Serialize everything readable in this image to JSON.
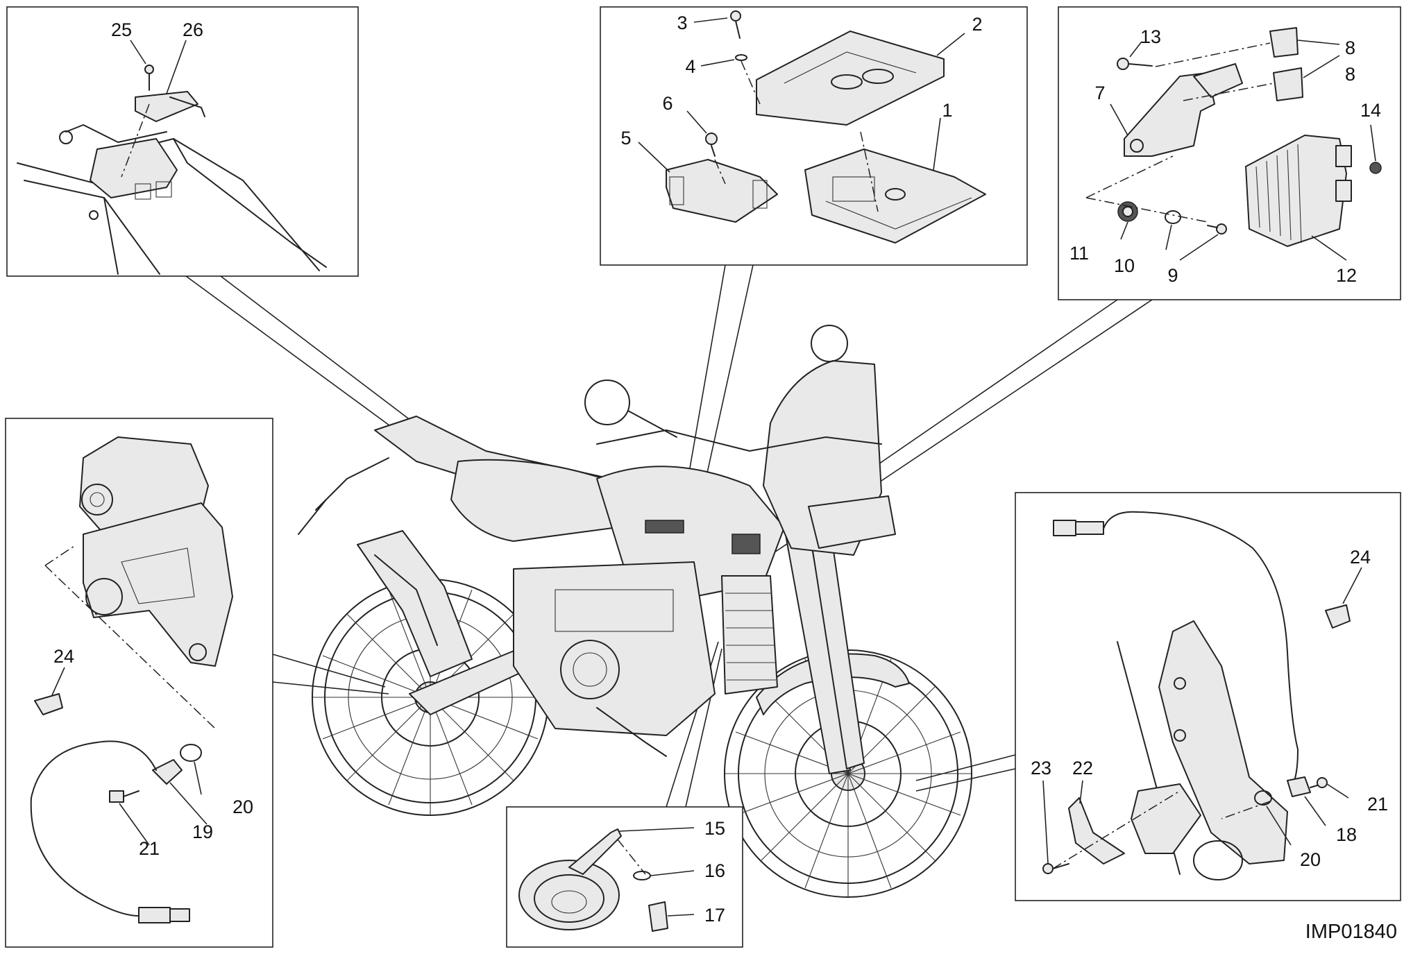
{
  "diagram": {
    "figure_code": "IMP01840",
    "callouts": {
      "c1": "1",
      "c2": "2",
      "c3": "3",
      "c4": "4",
      "c5": "5",
      "c6": "6",
      "c7": "7",
      "c8a": "8",
      "c8b": "8",
      "c9": "9",
      "c10": "10",
      "c11": "11",
      "c12": "12",
      "c13": "13",
      "c14": "14",
      "c15": "15",
      "c16": "16",
      "c17": "17",
      "c18": "18",
      "c19": "19",
      "c20a": "20",
      "c20b": "20",
      "c21a": "21",
      "c21b": "21",
      "c22": "22",
      "c23": "23",
      "c24a": "24",
      "c24b": "24",
      "c25": "25",
      "c26": "26"
    }
  }
}
